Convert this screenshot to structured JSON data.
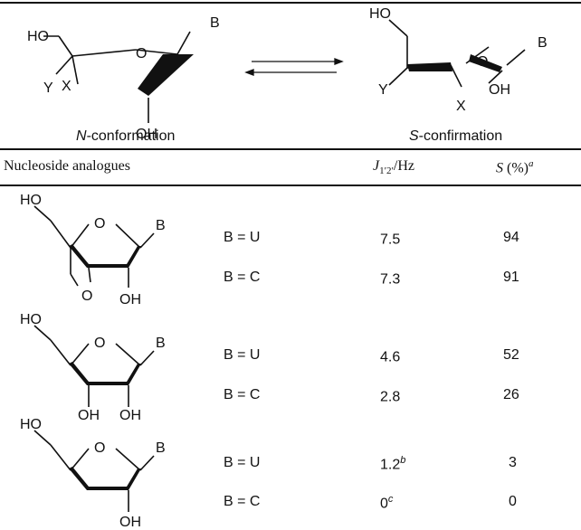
{
  "scheme": {
    "left_structure": {
      "labels": {
        "hydroxymethyl": "HO",
        "ring_oxygen": "O",
        "base": "B",
        "substituent_x": "X",
        "substituent_y": "Y",
        "hydroxyl": "OH"
      },
      "caption_italic": "N",
      "caption_rest": "-conformation"
    },
    "right_structure": {
      "labels": {
        "hydroxymethyl": "HO",
        "ring_oxygen": "O",
        "base": "B",
        "substituent_x": "X",
        "substituent_y": "Y",
        "hydroxyl": "OH"
      },
      "caption_italic": "S",
      "caption_rest": "-confirmation"
    }
  },
  "table": {
    "headers": {
      "analogues": "Nucleoside analogues",
      "coupling_j": "J",
      "coupling_sub": "1′2′",
      "coupling_unit": "/Hz",
      "s_label": "S",
      "s_unit": " (%)",
      "s_note": "a"
    },
    "groups": [
      {
        "structure_labels": {
          "hydroxymethyl": "HO",
          "ring_oxygen": "O",
          "base": "B",
          "bridge_oxygen": "O",
          "hydroxyl": "OH"
        },
        "rows": [
          {
            "base": "B = U",
            "j": "7.5",
            "j_note": "",
            "s": "94"
          },
          {
            "base": "B = C",
            "j": "7.3",
            "j_note": "",
            "s": "91"
          }
        ]
      },
      {
        "structure_labels": {
          "hydroxymethyl": "HO",
          "ring_oxygen": "O",
          "base": "B",
          "hydroxyl_3": "OH",
          "hydroxyl_2": "OH"
        },
        "rows": [
          {
            "base": "B = U",
            "j": "4.6",
            "j_note": "",
            "s": "52"
          },
          {
            "base": "B = C",
            "j": "2.8",
            "j_note": "",
            "s": "26"
          }
        ]
      },
      {
        "structure_labels": {
          "hydroxymethyl": "HO",
          "ring_oxygen": "O",
          "base": "B",
          "hydroxyl": "OH"
        },
        "rows": [
          {
            "base": "B = U",
            "j": "1.2",
            "j_note": "b",
            "s": "3"
          },
          {
            "base": "B = C",
            "j": "0",
            "j_note": "c",
            "s": "0"
          }
        ]
      }
    ]
  }
}
